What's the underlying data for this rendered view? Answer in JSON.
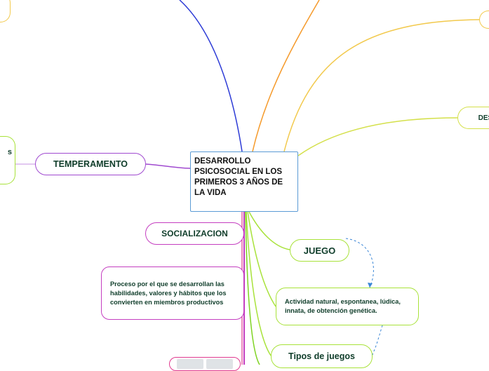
{
  "central": {
    "label": "DESARROLLO PSICOSOCIAL EN LOS PRIMEROS 3 AÑOS DE LA VIDA"
  },
  "branches": {
    "temperamento": "TEMPERAMENTO",
    "socializacion": "SOCIALIZACION",
    "proceso": "Proceso por el que se desarrollan las habilidades, valores y hábitos que los convierten en miembros productivos",
    "juego": "JUEGO",
    "actividad": "Actividad natural, espontanea, lúdica, innata, de obtención genética.",
    "tipos": "Tipos de juegos",
    "desa_right": "DESA",
    "left_stub": "s"
  },
  "colors": {
    "central_border": "#5b9bd5",
    "blue_line": "#2d3bd6",
    "orange_line": "#f59a2b",
    "yellow_line": "#f2c94c",
    "purple_line": "#a04ad0",
    "magenta_line": "#c43ec0",
    "green_line": "#7ed321",
    "dashed_link": "#3a86d6"
  }
}
